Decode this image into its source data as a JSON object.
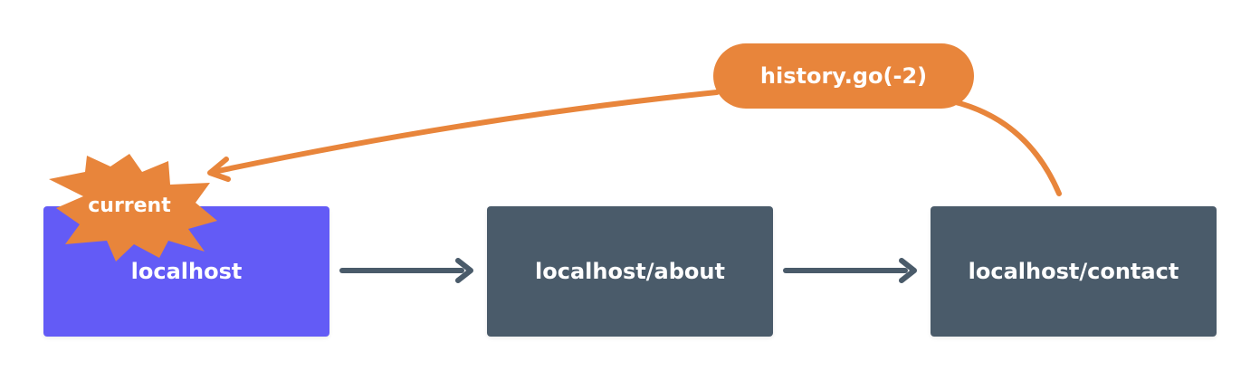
{
  "colors": {
    "current_page": "#635bf6",
    "page": "#4a5b6a",
    "accent": "#e8853b",
    "arrow": "#4a5b6a"
  },
  "pages": [
    {
      "label": "localhost",
      "is_current": true
    },
    {
      "label": "localhost/about",
      "is_current": false
    },
    {
      "label": "localhost/contact",
      "is_current": false
    }
  ],
  "current_badge": {
    "label": "current",
    "icon": "starburst-badge"
  },
  "history_call": {
    "label": "history.go(-2)"
  }
}
